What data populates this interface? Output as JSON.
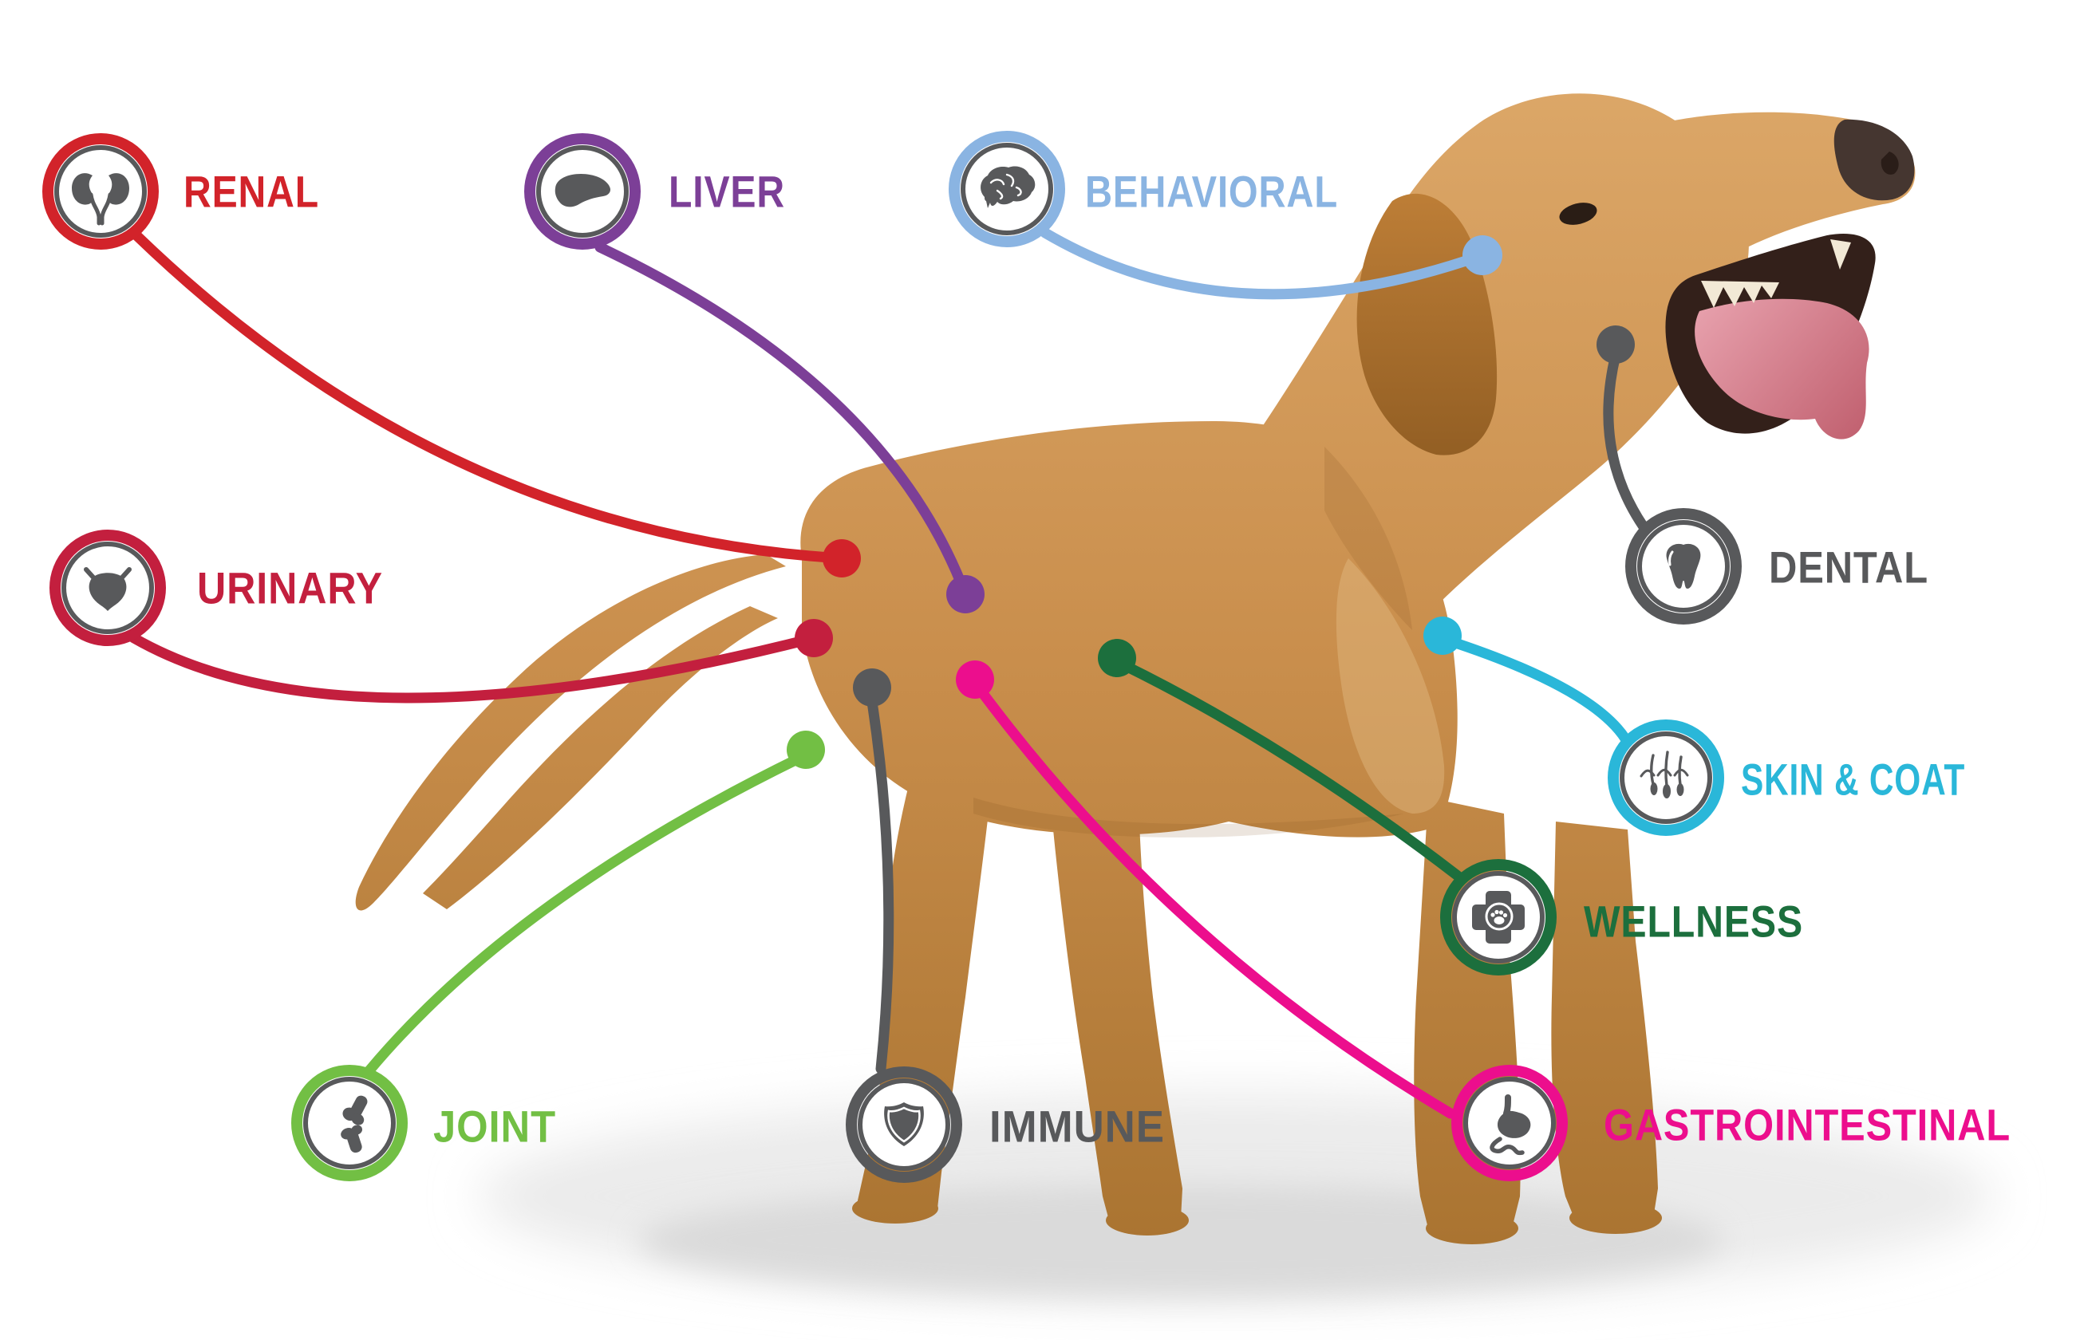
{
  "page": {
    "background": "#ffffff",
    "subject": "Golden Retriever dog standing in side profile facing right, with callout lines mapping health categories to body areas"
  },
  "palette": {
    "icon_gray": "#58595b",
    "inner_ring_gray": "#58595b",
    "dog_coat_gold": "#c98e4c",
    "tongue_pink": "#d97f8e"
  },
  "categories": [
    {
      "id": "renal",
      "label": "RENAL",
      "color": "#d2232a",
      "icon": "kidneys-icon",
      "body_area": "upper back"
    },
    {
      "id": "liver",
      "label": "LIVER",
      "color": "#7c3f97",
      "icon": "liver-icon",
      "body_area": "mid back"
    },
    {
      "id": "behavioral",
      "label": "BEHAVIORAL",
      "color": "#8ab4e2",
      "icon": "brain-icon",
      "body_area": "head"
    },
    {
      "id": "urinary",
      "label": "URINARY",
      "color": "#c31f3e",
      "icon": "bladder-icon",
      "body_area": "hindquarter"
    },
    {
      "id": "dental",
      "label": "DENTAL",
      "color": "#58595b",
      "icon": "tooth-icon",
      "body_area": "mouth"
    },
    {
      "id": "skin_coat",
      "label": "SKIN & COAT",
      "color": "#2ab7d9",
      "icon": "hair-follicle-icon",
      "body_area": "chest coat"
    },
    {
      "id": "wellness",
      "label": "WELLNESS",
      "color": "#1c6f3d",
      "icon": "medical-cross-paw-icon",
      "body_area": "torso"
    },
    {
      "id": "joint",
      "label": "JOINT",
      "color": "#72bf44",
      "icon": "knee-joint-icon",
      "body_area": "hind leg joint"
    },
    {
      "id": "immune",
      "label": "IMMUNE",
      "color": "#58595b",
      "icon": "shield-icon",
      "body_area": "belly"
    },
    {
      "id": "gastrointestinal",
      "label": "GASTROINTESTINAL",
      "color": "#ec0e8d",
      "icon": "stomach-icon",
      "body_area": "abdomen"
    }
  ]
}
